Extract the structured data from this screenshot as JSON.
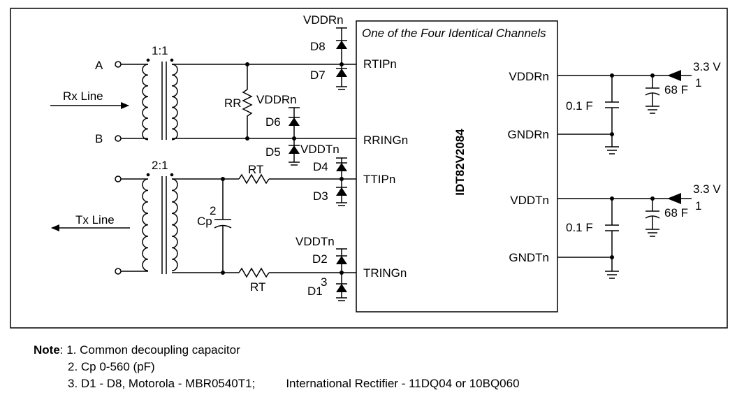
{
  "channel_title": "One of the Four Identical Channels",
  "chip_name": "IDT82V2084",
  "pins": {
    "rtip": "RTIPn",
    "rring": "RRINGn",
    "ttip": "TTIPn",
    "tring": "TRINGn",
    "vddr": "VDDRn",
    "gndr": "GNDRn",
    "vddt": "VDDTn",
    "gndt": "GNDTn"
  },
  "inputs": {
    "a": "A",
    "b": "B",
    "rx_line": "Rx Line",
    "tx_line": "Tx Line",
    "ratio_rx": "1:1",
    "ratio_tx": "2:1"
  },
  "components": {
    "rr": "RR",
    "rt": "RT",
    "cp": "Cp",
    "cp_sup": "2",
    "cap_small": "0.1  F",
    "cap_big": "68  F",
    "cap_big_sup": "1",
    "supply": "3.3 V",
    "d1_sup": "3"
  },
  "supplies": {
    "vddr": "VDDRn",
    "vddt": "VDDTn"
  },
  "diodes": [
    "D1",
    "D2",
    "D3",
    "D4",
    "D5",
    "D6",
    "D7",
    "D8"
  ],
  "notes": {
    "label": "Note",
    "n1": ": 1. Common decoupling capacitor",
    "n2": "2. Cp 0-560 (pF)",
    "n3a": "3. D1 - D8, Motorola - MBR0540T1;",
    "n3b": "International Rectifier - 11DQ04 or 10BQ060"
  }
}
